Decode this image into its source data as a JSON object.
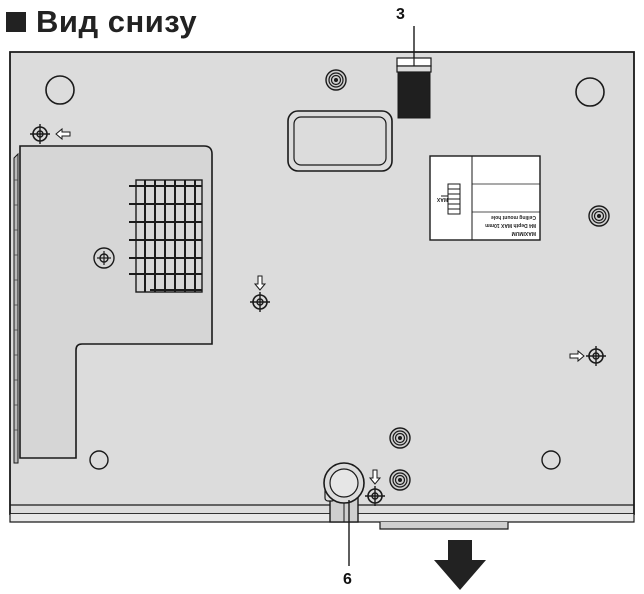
{
  "header": {
    "title": "Вид снизу"
  },
  "callouts": {
    "label_top": "3",
    "label_bottom": "6"
  },
  "icons": {
    "title_marker": "filled-square-icon",
    "front_direction": "down-arrow-icon",
    "mount_hole": "crosshair-screw-icon"
  },
  "label_sticker": {
    "line1": "MAXIMUM",
    "line2": "M4 Depth MAX 10mm",
    "line3": "Ceiling mount hole",
    "line4": "MAX"
  },
  "colors": {
    "body_fill": "#dcdcdc",
    "outline": "#1a1a1a",
    "background": "#ffffff"
  }
}
